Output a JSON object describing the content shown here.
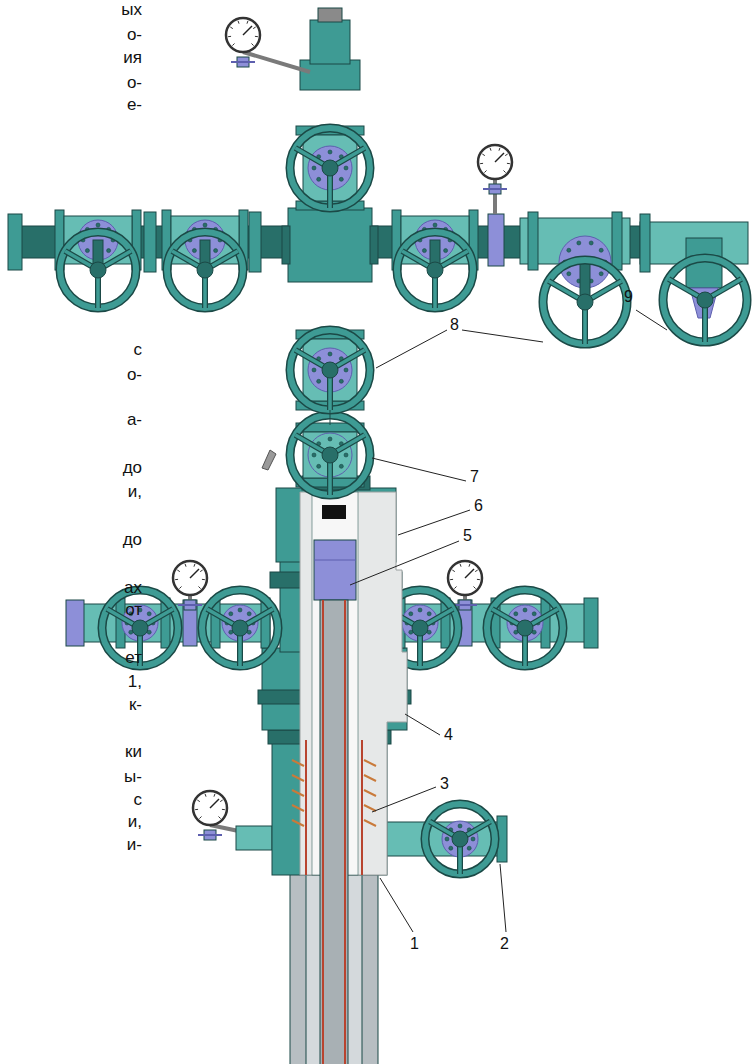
{
  "diagram": {
    "labels": [
      "ых",
      "о-",
      "ия",
      "о-",
      "е-",
      "9",
      "8",
      "с",
      "о-",
      "а-",
      "до",
      "7",
      "и,",
      "6",
      "5",
      "до",
      "ах",
      "от",
      "ет",
      "1,",
      "к-",
      "4",
      "ки",
      "ы-",
      "3",
      "с",
      "и,",
      "и-",
      "1",
      "2"
    ]
  }
}
